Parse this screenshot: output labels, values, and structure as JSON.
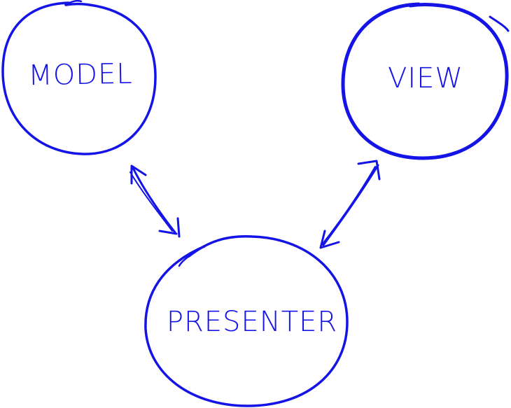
{
  "nodes": {
    "model": {
      "label": "MODEL"
    },
    "view": {
      "label": "VIEW"
    },
    "presenter": {
      "label": "PRESENTER"
    }
  },
  "connections": [
    {
      "from": "MODEL",
      "to": "PRESENTER",
      "bidirectional": true
    },
    {
      "from": "VIEW",
      "to": "PRESENTER",
      "bidirectional": true
    }
  ],
  "colors": {
    "ink": "#1414e6",
    "background": "#ffffff"
  }
}
